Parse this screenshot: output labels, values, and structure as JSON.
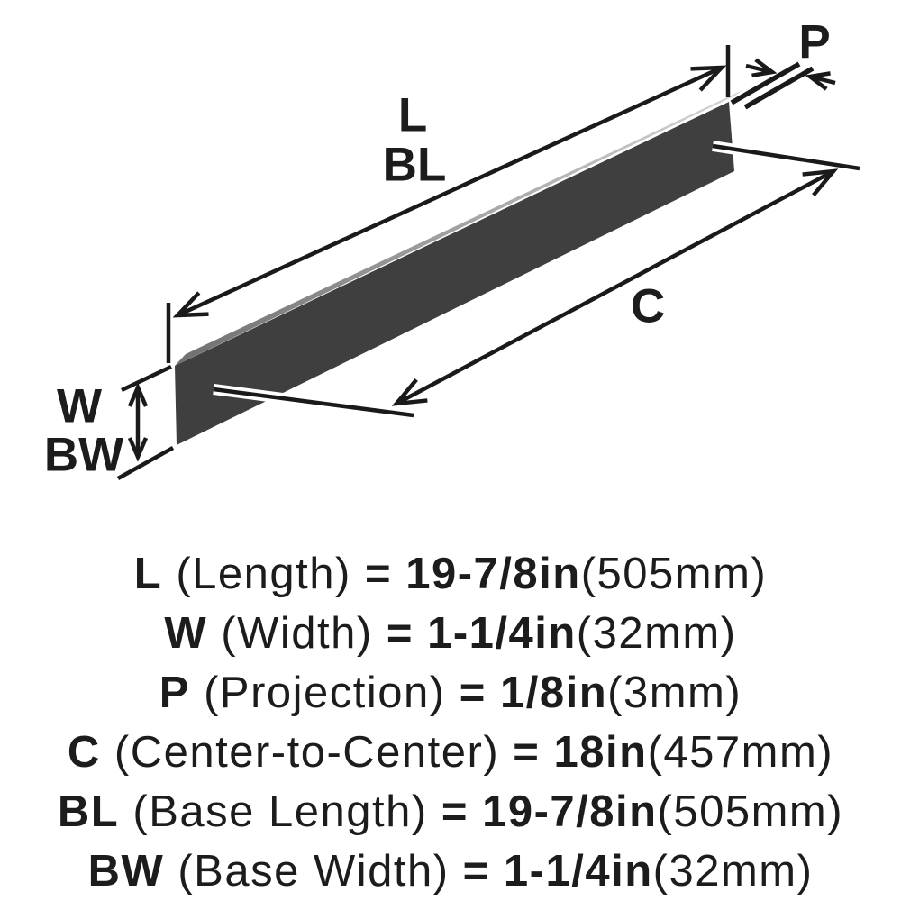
{
  "colors": {
    "line": "#1a1a1a",
    "bar_face": "#3f3f3f",
    "bevel_light": "#d6d6d6",
    "bevel_dark": "#6e6e6e",
    "text": "#1c1c1c",
    "background": "#ffffff"
  },
  "diagram": {
    "l": "L",
    "bl": "BL",
    "c": "C",
    "p": "P",
    "w": "W",
    "bw": "BW"
  },
  "specs": [
    {
      "abbr": "L",
      "name": "(Length)",
      "eq": "=",
      "value": "19-7/8in",
      "metric": "(505mm)"
    },
    {
      "abbr": "W",
      "name": "(Width)",
      "eq": "=",
      "value": "1-1/4in",
      "metric": "(32mm)"
    },
    {
      "abbr": "P",
      "name": "(Projection)",
      "eq": "=",
      "value": "1/8in",
      "metric": "(3mm)"
    },
    {
      "abbr": "C",
      "name": "(Center-to-Center)",
      "eq": "=",
      "value": "18in",
      "metric": "(457mm)"
    },
    {
      "abbr": "BL",
      "name": "(Base Length)",
      "eq": "=",
      "value": "19-7/8in",
      "metric": "(505mm)"
    },
    {
      "abbr": "BW",
      "name": "(Base Width)",
      "eq": "=",
      "value": "1-1/4in",
      "metric": "(32mm)"
    }
  ]
}
